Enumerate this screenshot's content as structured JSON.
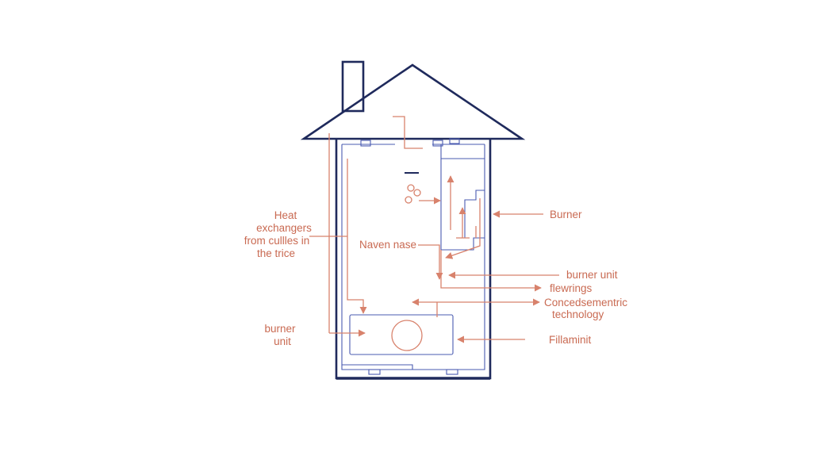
{
  "colors": {
    "outline": "#1f2a5c",
    "inner_lines": "#4a5bb0",
    "arrows_and_labels": "#c96a52",
    "background": "#ffffff"
  },
  "labels": {
    "heat_exchangers": [
      "Heat",
      "exchangers",
      "from cullles in",
      "the trice"
    ],
    "burner_left": [
      "burner",
      "unit"
    ],
    "naven_nase": "Naven nase",
    "burner": "Burner",
    "burner_unit_right": "burner unit",
    "flewrings": "flewrings",
    "concedsementric": [
      "Concedsementric",
      "technology"
    ],
    "fillaminit": "Fillaminit"
  }
}
